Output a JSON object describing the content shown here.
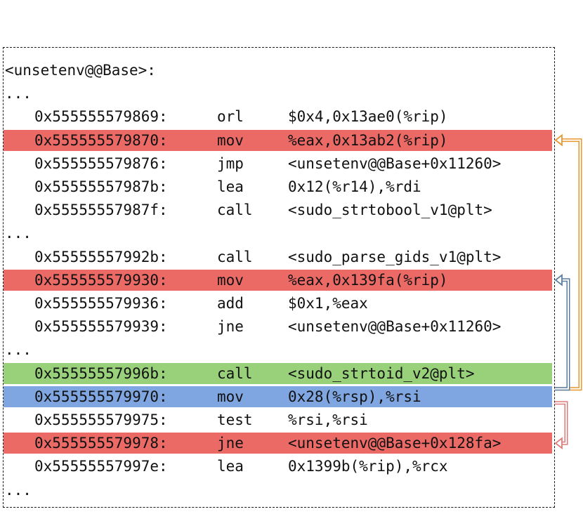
{
  "colors": {
    "red": "#ec6a66",
    "green": "#98d17a",
    "blue": "#7fa6e0",
    "arrow_orange": "#e8962e",
    "arrow_blue": "#5a7ea3",
    "arrow_pink": "#e07a7a"
  },
  "lines": [
    {
      "type": "label",
      "text": "<unsetenv@@Base>:"
    },
    {
      "type": "ellipsis",
      "text": "..."
    },
    {
      "type": "insn",
      "addr": "0x555555579869:",
      "op": "orl",
      "args": "$0x4,0x13ae0(%rip)",
      "hl": ""
    },
    {
      "type": "insn",
      "addr": "0x555555579870:",
      "op": "mov",
      "args": "%eax,0x13ab2(%rip)",
      "hl": "red"
    },
    {
      "type": "insn",
      "addr": "0x555555579876:",
      "op": "jmp",
      "args": "<unsetenv@@Base+0x11260>",
      "hl": ""
    },
    {
      "type": "insn",
      "addr": "0x55555557987b:",
      "op": "lea",
      "args": "0x12(%r14),%rdi",
      "hl": ""
    },
    {
      "type": "insn",
      "addr": "0x55555557987f:",
      "op": "call",
      "args": "<sudo_strtobool_v1@plt>",
      "hl": ""
    },
    {
      "type": "ellipsis",
      "text": "..."
    },
    {
      "type": "insn",
      "addr": "0x55555557992b:",
      "op": "call",
      "args": "<sudo_parse_gids_v1@plt>",
      "hl": ""
    },
    {
      "type": "insn",
      "addr": "0x555555579930:",
      "op": "mov",
      "args": "%eax,0x139fa(%rip)",
      "hl": "red"
    },
    {
      "type": "insn",
      "addr": "0x555555579936:",
      "op": "add",
      "args": "$0x1,%eax",
      "hl": ""
    },
    {
      "type": "insn",
      "addr": "0x555555579939:",
      "op": "jne",
      "args": "<unsetenv@@Base+0x11260>",
      "hl": ""
    },
    {
      "type": "ellipsis",
      "text": "..."
    },
    {
      "type": "insn",
      "addr": "0x55555557996b:",
      "op": "call",
      "args": "<sudo_strtoid_v2@plt>",
      "hl": "green"
    },
    {
      "type": "insn",
      "addr": "0x555555579970:",
      "op": "mov",
      "args": "0x28(%rsp),%rsi",
      "hl": "blue"
    },
    {
      "type": "insn",
      "addr": "0x555555579975:",
      "op": "test",
      "args": "%rsi,%rsi",
      "hl": ""
    },
    {
      "type": "insn",
      "addr": "0x555555579978:",
      "op": "jne",
      "args": "<unsetenv@@Base+0x128fa>",
      "hl": "red"
    },
    {
      "type": "insn",
      "addr": "0x55555557997e:",
      "op": "lea",
      "args": "0x1399b(%rip),%rcx",
      "hl": ""
    },
    {
      "type": "ellipsis",
      "text": "..."
    }
  ],
  "arrows": [
    {
      "name": "orange-dependency-arrow",
      "color": "arrow_orange",
      "from_line": 14,
      "to_line": 3
    },
    {
      "name": "blue-dependency-arrow",
      "color": "arrow_blue",
      "from_line": 14,
      "to_line": 9
    },
    {
      "name": "pink-dependency-arrow",
      "color": "arrow_pink",
      "from_line": 14,
      "to_line": 16
    }
  ]
}
